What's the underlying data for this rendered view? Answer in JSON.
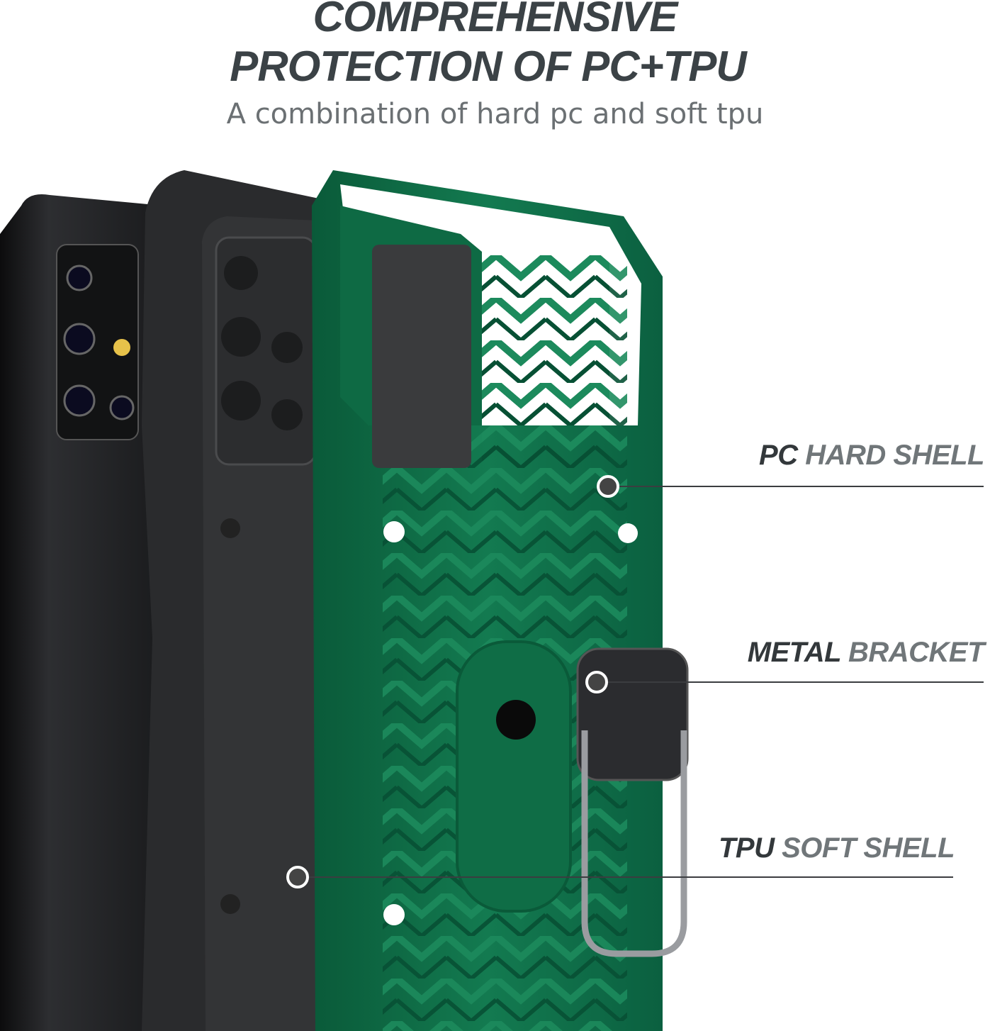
{
  "header": {
    "title_line1": "COMPREHENSIVE",
    "title_line2": "PROTECTION OF PC+TPU",
    "subtitle": "A combination of hard pc and soft tpu"
  },
  "callouts": [
    {
      "strong": "PC",
      "light": "HARD SHELL"
    },
    {
      "strong": "METAL",
      "light": "BRACKET"
    },
    {
      "strong": "TPU",
      "light": "SOFT SHELL"
    }
  ],
  "colors": {
    "case_green": "#0f6b45",
    "tpu_black": "#2a2b2d",
    "phone_black": "#1c1d1f",
    "title": "#3b4246"
  }
}
